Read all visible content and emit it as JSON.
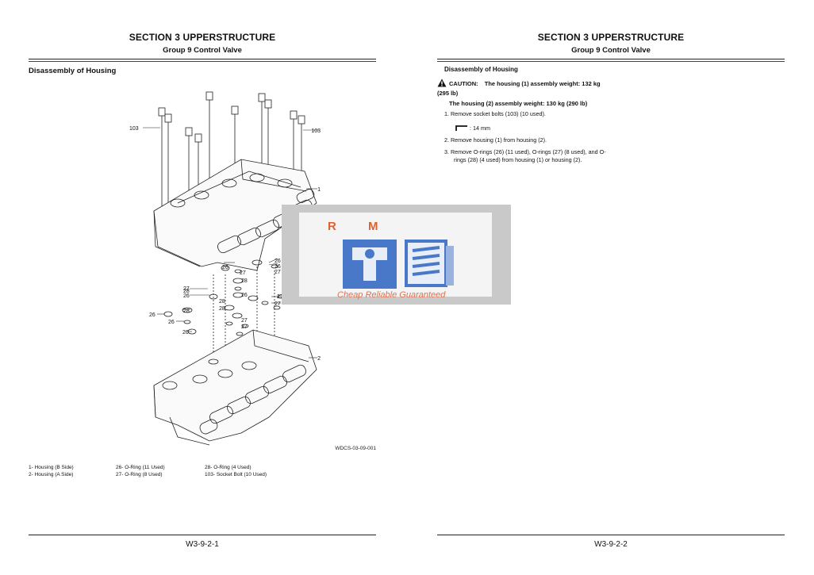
{
  "left_page": {
    "section_title": "SECTION 3 UPPERSTRUCTURE",
    "group_title": "Group 9 Control Valve",
    "heading": "Disassembly of Housing",
    "figure_code": "WDCS-03-09-001",
    "callouts": {
      "c103a": "103",
      "c103b": "103",
      "c1": "1",
      "c2": "2",
      "c26a": "26",
      "c26b": "26",
      "c26c": "26",
      "c26d": "26",
      "c26e": "26",
      "c26f": "26",
      "c26g": "26",
      "c26h": "26",
      "c26i": "26",
      "c26j": "26",
      "c27a": "27",
      "c27b": "27",
      "c27c": "27",
      "c27d": "27",
      "c27e": "27",
      "c27f": "27",
      "c27g": "27",
      "c28a": "28",
      "c28b": "28",
      "c28c": "28",
      "c28d": "28",
      "c28e": "28"
    },
    "legend": {
      "col1": [
        "1-    Housing (B Side)",
        "2-    Housing (A Side)"
      ],
      "col2": [
        "26-   O-Ring (11 Used)",
        "27-   O-Ring (8 Used)"
      ],
      "col3": [
        "28-   O-Ring (4 Used)",
        "103-  Socket Bolt (10 Used)"
      ]
    },
    "page_number": "W3-9-2-1"
  },
  "right_page": {
    "section_title": "SECTION 3 UPPERSTRUCTURE",
    "group_title": "Group 9 Control Valve",
    "heading": "Disassembly of Housing",
    "caution_label": "CAUTION:",
    "caution_text": "The housing (1) assembly weight: 132 kg (295 lb)",
    "weight_note": "The housing (2) assembly weight: 130 kg (290 lb)",
    "steps": [
      "1.  Remove socket bolts (103) (10 used).",
      "2.  Remove housing (1) from housing (2).",
      "3.  Remove O-rings (26) (11 used), O-rings (27) (8 used), and O-rings (28) (4 used) from housing (1) or housing (2)."
    ],
    "tool_size": ": 14 mm",
    "page_number": "W3-9-2-2"
  },
  "watermark": {
    "letters": "R M",
    "tagline": "Cheap Reliable Guaranteed"
  },
  "colors": {
    "watermark_blue": "#4a78c8",
    "watermark_orange": "#e06030",
    "watermark_frame": "#c9c9c9"
  }
}
